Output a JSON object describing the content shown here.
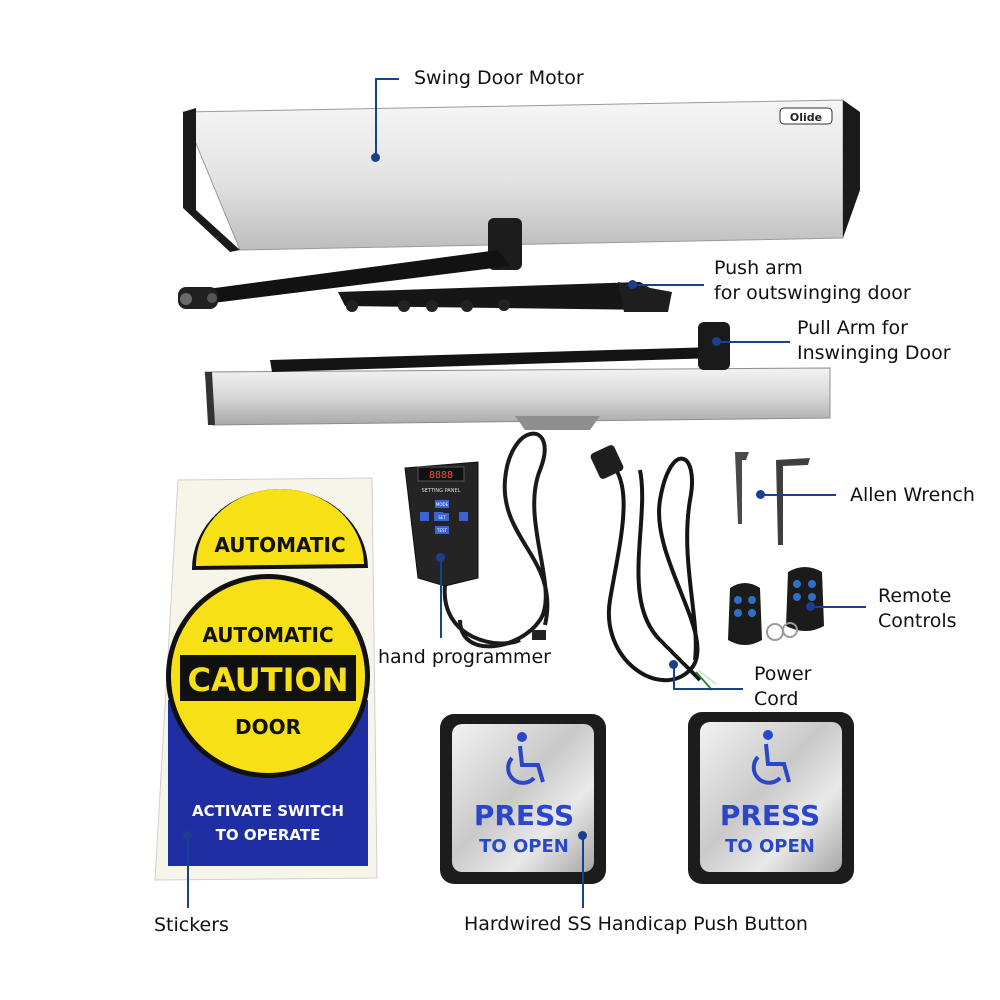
{
  "labels": {
    "swing_door_motor": "Swing  Door  Motor",
    "push_arm_line1": "Push arm",
    "push_arm_line2": "for outswinging door",
    "pull_arm_line1": "Pull Arm for",
    "pull_arm_line2": "Inswinging Door",
    "allen_wrench": "Allen  Wrench",
    "remote_line1": "Remote",
    "remote_line2": "Controls",
    "hand_programmer": "hand programmer",
    "power_line1": "Power",
    "power_line2": "Cord",
    "stickers": "Stickers",
    "push_button": "Hardwired SS Handicap Push Button"
  },
  "product": {
    "brand": "Olide",
    "programmer_panel_title": "SETTING PANEL",
    "programmer_display": "8888",
    "programmer_keys": [
      "MODE",
      "SET",
      "TEST"
    ]
  },
  "sticker": {
    "top_text": "AUTOMATIC",
    "main_line1": "AUTOMATIC",
    "main_line2": "CAUTION",
    "main_line3": "DOOR",
    "bottom_line1": "ACTIVATE SWITCH",
    "bottom_line2": "TO OPERATE"
  },
  "push_buttons": [
    {
      "line1": "PRESS",
      "line2": "TO OPEN"
    },
    {
      "line1": "PRESS",
      "line2": "TO OPEN"
    }
  ],
  "colors": {
    "callout_blue": "#1b3f8f",
    "sticker_yellow": "#f7e016",
    "sticker_blue": "#1f2fa3",
    "button_text_blue": "#2b47c9"
  }
}
